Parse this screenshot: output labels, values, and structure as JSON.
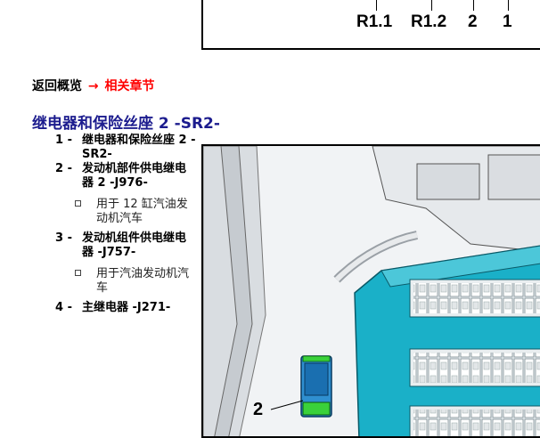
{
  "top_figure": {
    "callouts": [
      "R1.1",
      "R1.2",
      "2",
      "1"
    ]
  },
  "nav": {
    "back_label": "返回概览",
    "arrow": "→",
    "related_label": "相关章节"
  },
  "section": {
    "title": "继电器和保险丝座 2 -SR2-"
  },
  "legend": {
    "items": [
      {
        "num": "1 -",
        "text": "继电器和保险丝座 2 -SR2-"
      },
      {
        "num": "2 -",
        "text": "发动机部件供电继电器 2 -J976-",
        "sub": "用于 12 缸汽油发动机汽车"
      },
      {
        "num": "3 -",
        "text": "发动机组件供电继电器 -J757-",
        "sub": "用于汽油发动机汽车"
      },
      {
        "num": "4 -",
        "text": "主继电器 -J271-"
      }
    ]
  },
  "figure": {
    "label": "2"
  },
  "colors": {
    "title_blue": "#1c1c8e",
    "link_red": "#ff0000",
    "fusebox_teal": "#1ab0c8",
    "relay_blue": "#1a6fb0",
    "relay_green": "#3ad13a"
  }
}
